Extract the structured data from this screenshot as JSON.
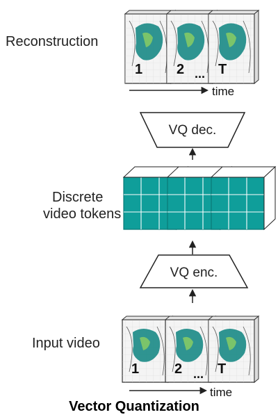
{
  "labels": {
    "reconstruction": "Reconstruction",
    "tokens_line1": "Discrete",
    "tokens_line2": "video tokens",
    "input_video": "Input video"
  },
  "decoder_label": "VQ dec.",
  "encoder_label": "VQ enc.",
  "frame_numbers": [
    "1",
    "2",
    "T"
  ],
  "ellipsis": "...",
  "time_label": "time",
  "caption": "Vector Quantization",
  "colors": {
    "token_fill": "#0f9e9a",
    "token_dark": "#0a7a77",
    "map_blob": "#1a8a86",
    "map_highlight": "#7bc46a",
    "outline": "#222222"
  }
}
